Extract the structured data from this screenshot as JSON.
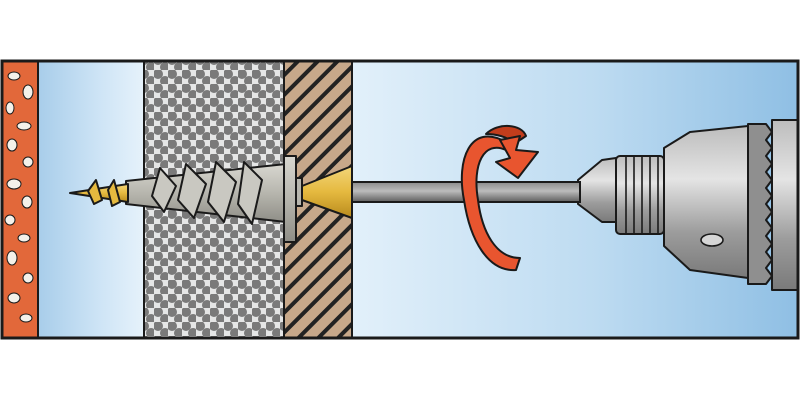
{
  "colors": {
    "outline": "#1a1a1a",
    "brick": "#e2683a",
    "brick_aggregate": "#f4f1ea",
    "cavity": "#bcd9ef",
    "cavity_light": "#dcedf9",
    "insulation": "#e5e6e6",
    "insulation_dots": "#777777",
    "wood_panel": "#c7a88a",
    "wood_hatch": "#222222",
    "anchor": "#b7b6ae",
    "screw_tip": "#e5b93f",
    "bit_shaft": "#6e6e6e",
    "chuck_metal": "#9a9a9a",
    "chuck_highlight": "#d6d6d6",
    "rotation_arrow": "#e8552f",
    "rotation_arrow_dark": "#c23d1c"
  },
  "layers": [
    "brick-wall",
    "air-cavity",
    "insulation-board",
    "wood-panel",
    "room-air"
  ],
  "icons": [
    "hollow-wall-anchor",
    "screw",
    "screwdriver-bit",
    "drill-chuck",
    "rotation-arrow-icon"
  ]
}
